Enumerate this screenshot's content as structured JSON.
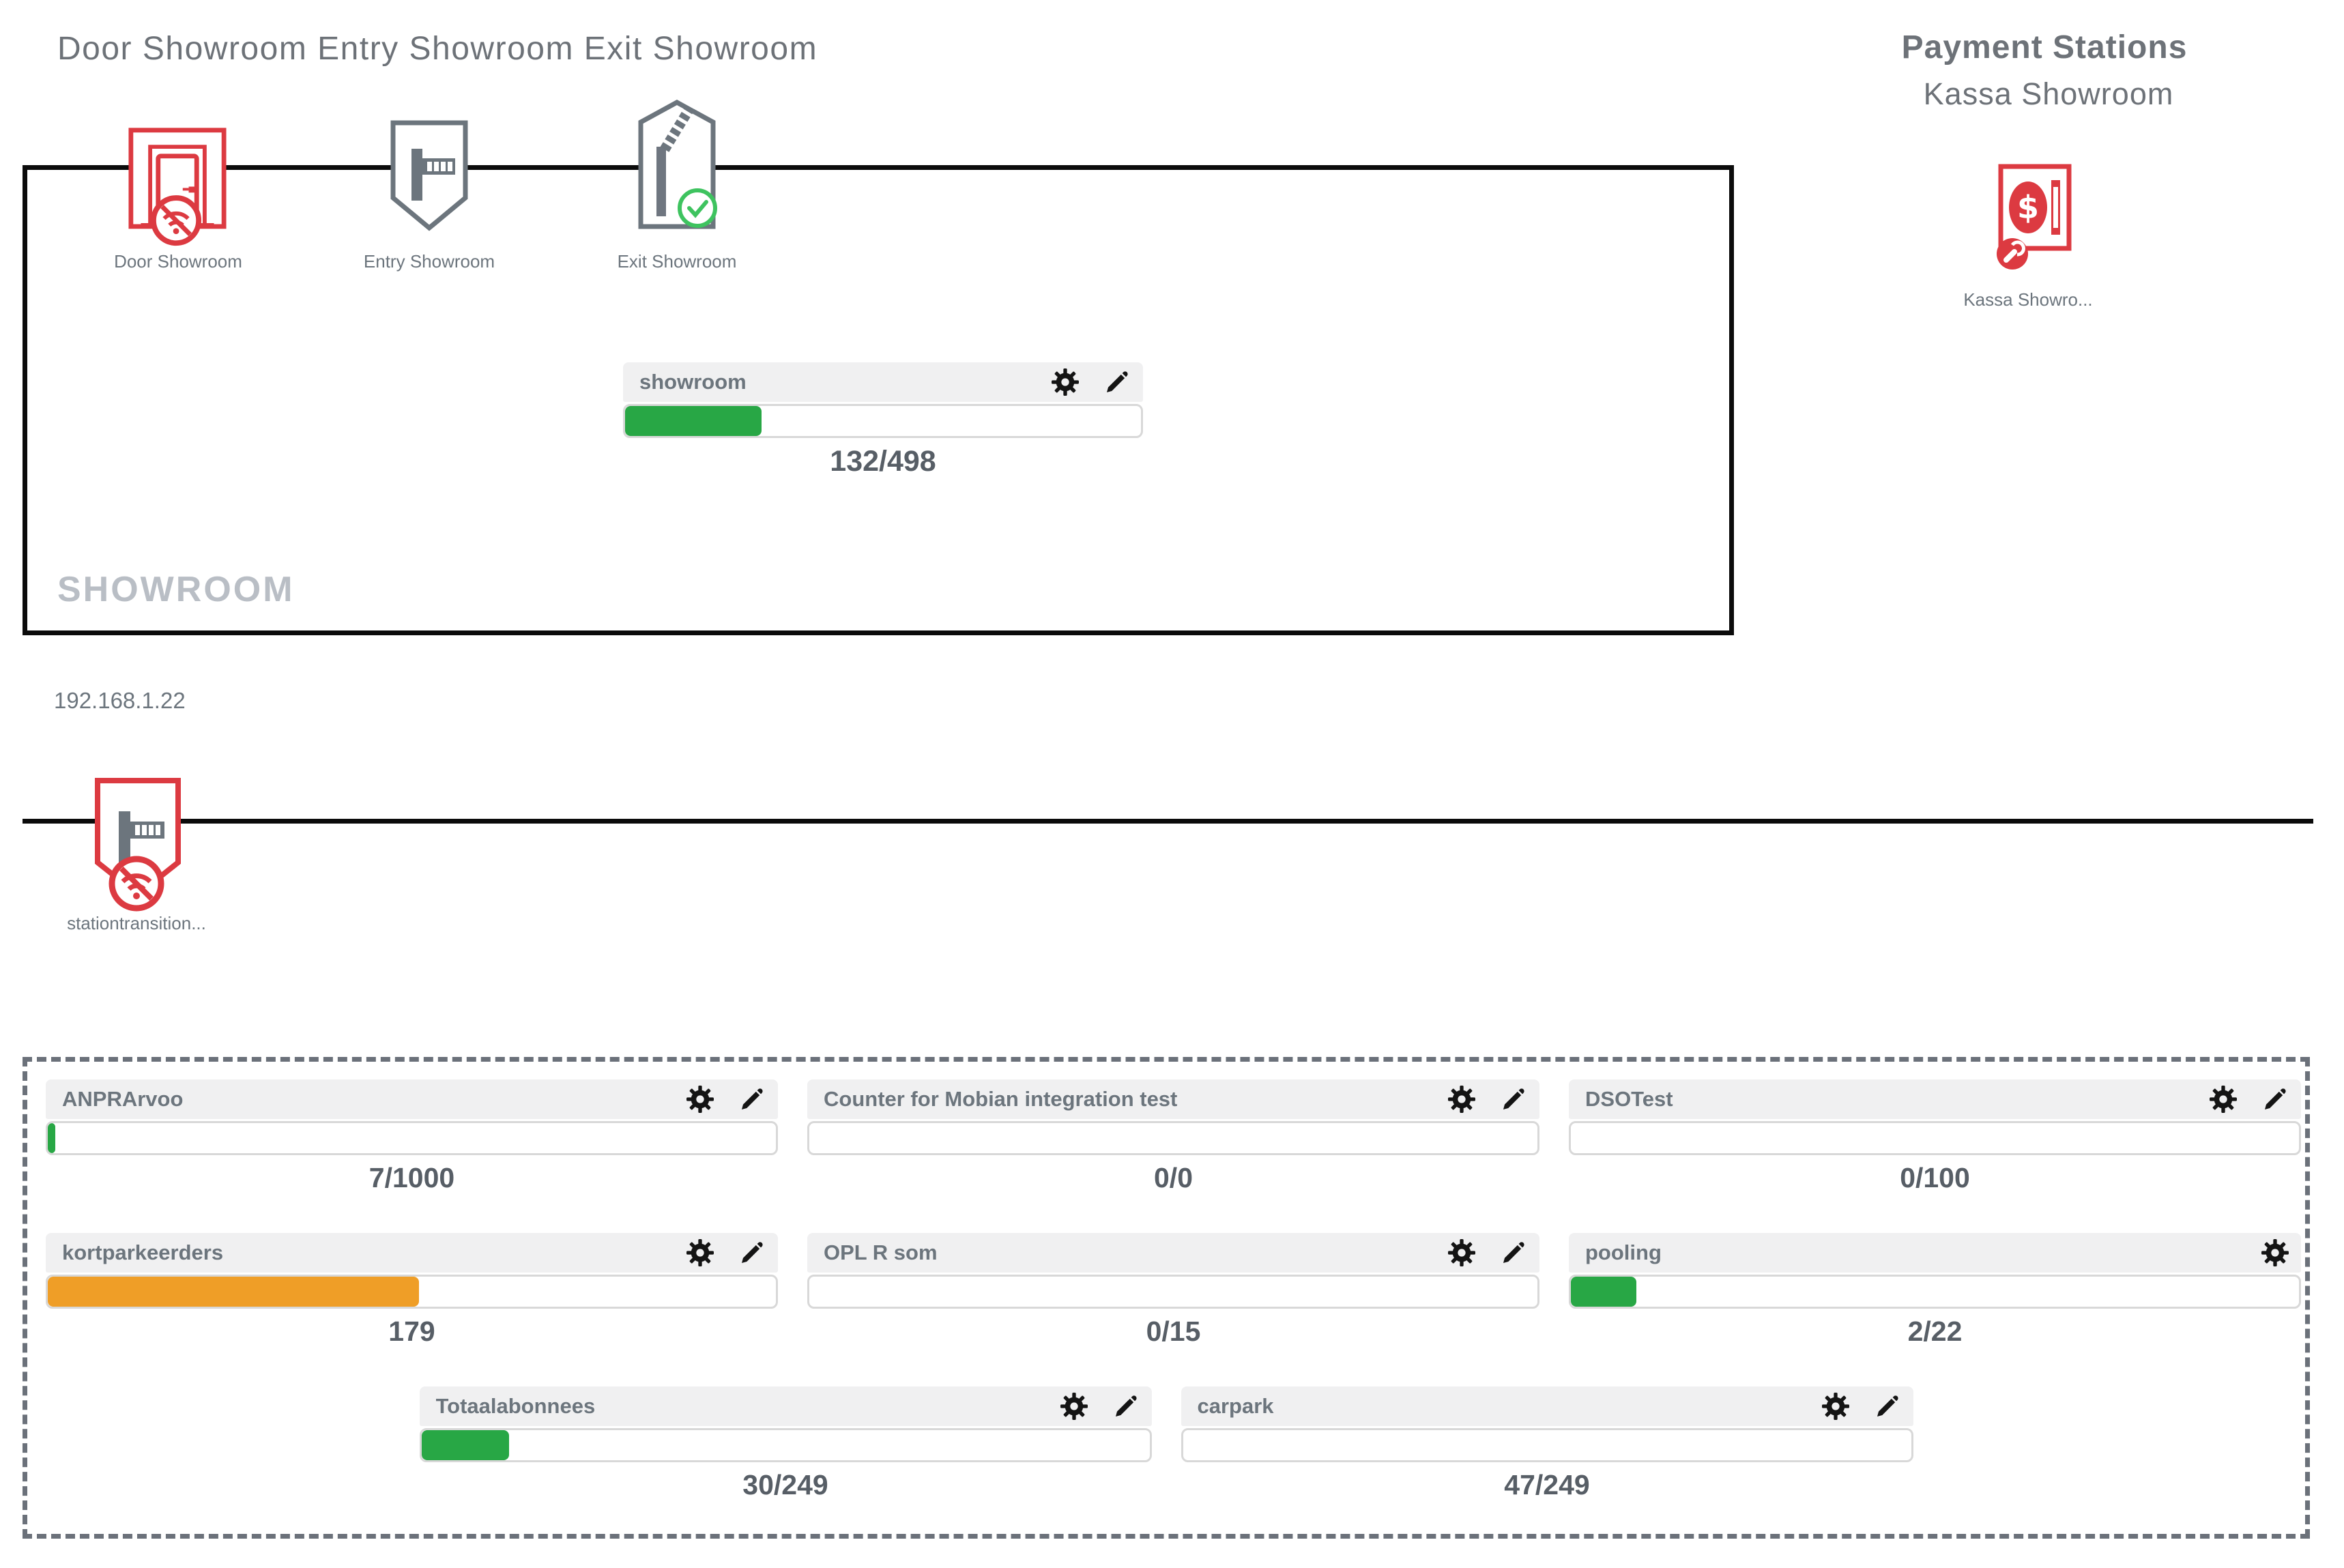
{
  "zone": {
    "title": "Door Showroom Entry Showroom Exit Showroom",
    "zone_label": "SHOWROOM",
    "ip": "192.168.1.22",
    "stations": [
      {
        "label": "Door Showroom",
        "status": "offline"
      },
      {
        "label": "Entry Showroom",
        "status": "normal"
      },
      {
        "label": "Exit Showroom",
        "status": "ok"
      }
    ],
    "counter": {
      "name": "showroom",
      "value": "132/498",
      "current": 132,
      "max": 498,
      "fill_percent": 26.5,
      "fill_color": "#28a745"
    }
  },
  "payment": {
    "title": "Payment Stations",
    "subtitle": "Kassa Showroom",
    "station_label": "Kassa Showro...",
    "status": "error"
  },
  "transition_station": {
    "label": "stationtransition...",
    "status": "offline"
  },
  "counters": [
    {
      "name": "ANPRArvoo",
      "value": "7/1000",
      "current": 7,
      "max": 1000,
      "fill_percent": 1,
      "fill_color": "#28a745",
      "has_edit": true
    },
    {
      "name": "Counter for Mobian integration test",
      "value": "0/0",
      "current": 0,
      "max": 0,
      "fill_percent": 0,
      "fill_color": null,
      "has_edit": true
    },
    {
      "name": "DSOTest",
      "value": "0/100",
      "current": 0,
      "max": 100,
      "fill_percent": 0,
      "fill_color": null,
      "has_edit": true
    },
    {
      "name": "kortparkeerders",
      "value": "179",
      "current": 179,
      "fill_percent": 51,
      "fill_color": "#ef9e27",
      "has_edit": true
    },
    {
      "name": "OPL R som",
      "value": "0/15",
      "current": 0,
      "max": 15,
      "fill_percent": 0,
      "fill_color": null,
      "has_edit": true
    },
    {
      "name": "pooling",
      "value": "2/22",
      "current": 2,
      "max": 22,
      "fill_percent": 9,
      "fill_color": "#28a745",
      "has_edit": false
    },
    {
      "name": "Totaalabonnees",
      "value": "30/249",
      "current": 30,
      "max": 249,
      "fill_percent": 12,
      "fill_color": "#28a745",
      "has_edit": true
    },
    {
      "name": "carpark",
      "value": "47/249",
      "current": 47,
      "max": 249,
      "fill_percent": 0,
      "fill_color": null,
      "has_edit": true
    }
  ],
  "colors": {
    "accent_red": "#dc3a41",
    "device_gray": "#6c757d",
    "bar_green": "#28a745",
    "bar_orange": "#ef9e27",
    "check_green": "#3ec35f",
    "zone_border": "#0b0b0b",
    "dashed_border": "#6b717a"
  }
}
